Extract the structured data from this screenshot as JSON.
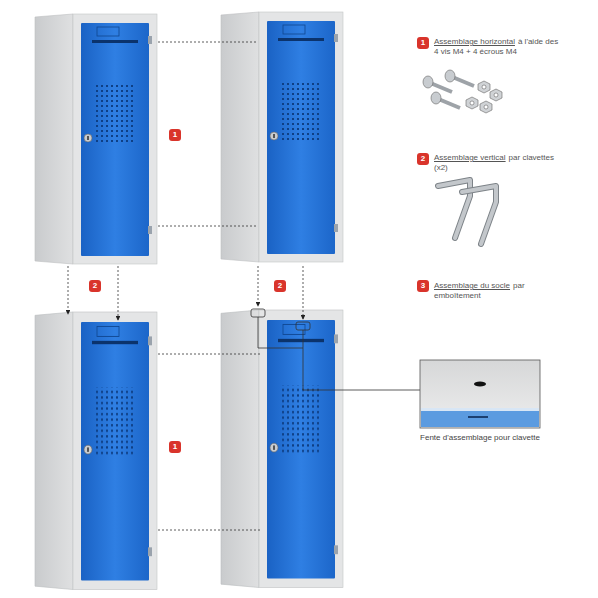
{
  "diagram": {
    "labels": [
      "1",
      "2",
      "2",
      "1",
      "1",
      "Assemblage horizontal",
      "à l'aide des 4 vis M4 + 4 écrous M4",
      "2",
      "Assemblage vertical",
      "par clavettes (x2)",
      "3",
      "Assemblage du socle",
      "par emboîtement",
      "Fente d'assemblage pour clavette"
    ]
  }
}
